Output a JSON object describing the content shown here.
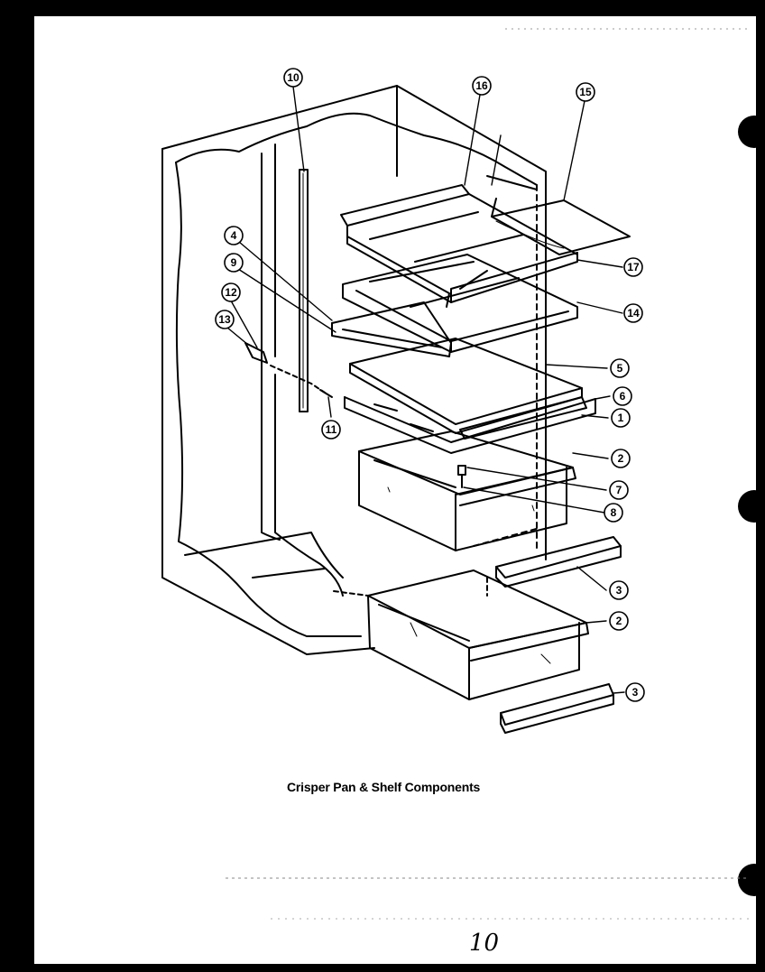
{
  "caption": "Crisper Pan & Shelf Components",
  "page_number": "10",
  "callouts": [
    {
      "id": "c10",
      "label": "10"
    },
    {
      "id": "c16",
      "label": "16"
    },
    {
      "id": "c15",
      "label": "15"
    },
    {
      "id": "c17",
      "label": "17"
    },
    {
      "id": "c14",
      "label": "14"
    },
    {
      "id": "c4",
      "label": "4"
    },
    {
      "id": "c9",
      "label": "9"
    },
    {
      "id": "c12",
      "label": "12"
    },
    {
      "id": "c13",
      "label": "13"
    },
    {
      "id": "c11",
      "label": "11"
    },
    {
      "id": "c5",
      "label": "5"
    },
    {
      "id": "c6",
      "label": "6"
    },
    {
      "id": "c1",
      "label": "1"
    },
    {
      "id": "c2a",
      "label": "2"
    },
    {
      "id": "c7",
      "label": "7"
    },
    {
      "id": "c8",
      "label": "8"
    },
    {
      "id": "c3a",
      "label": "3"
    },
    {
      "id": "c2b",
      "label": "2"
    },
    {
      "id": "c3b",
      "label": "3"
    }
  ]
}
